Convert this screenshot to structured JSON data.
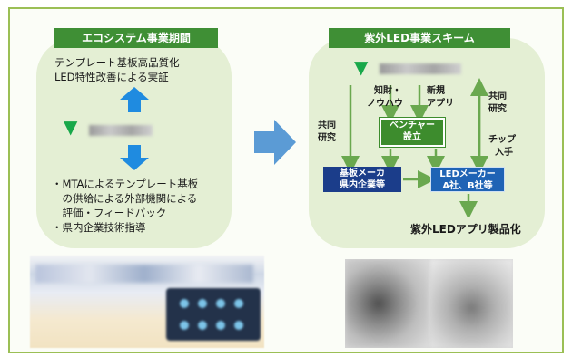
{
  "left": {
    "title": "エコシステム事業期間",
    "top_lines": [
      "テンプレート基板高品質化",
      "LED特性改善による実証"
    ],
    "bottom_lines": [
      "・MTAによるテンプレート基板",
      "　の供給による外部機関による",
      "　評価・フィードバック",
      "・県内企業技術指導"
    ]
  },
  "right": {
    "title": "紫外LED事業スキーム",
    "kyodo_kenkyu_left": [
      "共同",
      "研究"
    ],
    "chizai": [
      "知財・",
      "ノウハウ"
    ],
    "shinki": [
      "新規",
      "アプリ"
    ],
    "kyodo_kenkyu_right": [
      "共同",
      "研究"
    ],
    "chip": [
      "チップ",
      "入手"
    ],
    "venture": [
      "ベンチャー",
      "設立"
    ],
    "kiban_maker": [
      "基板メーカ",
      "県内企業等"
    ],
    "led_maker": [
      "LEDメーカー",
      "A社、B社等"
    ],
    "product": "紫外LEDアプリ製品化"
  },
  "colors": {
    "panel_green": "#e4efd4",
    "title_green": "#3f8f35",
    "arrow_blue": "#1f8be0",
    "big_arrow_blue": "#5b9bd5",
    "line_green": "#6aa84f",
    "navy": "#1b3d8a",
    "blue": "#1f63b5",
    "logo_green": "#18a84a"
  },
  "icons": {
    "logo": "company-logo",
    "up": "up-arrow-icon",
    "down": "down-arrow-icon",
    "right": "right-arrow-icon"
  }
}
